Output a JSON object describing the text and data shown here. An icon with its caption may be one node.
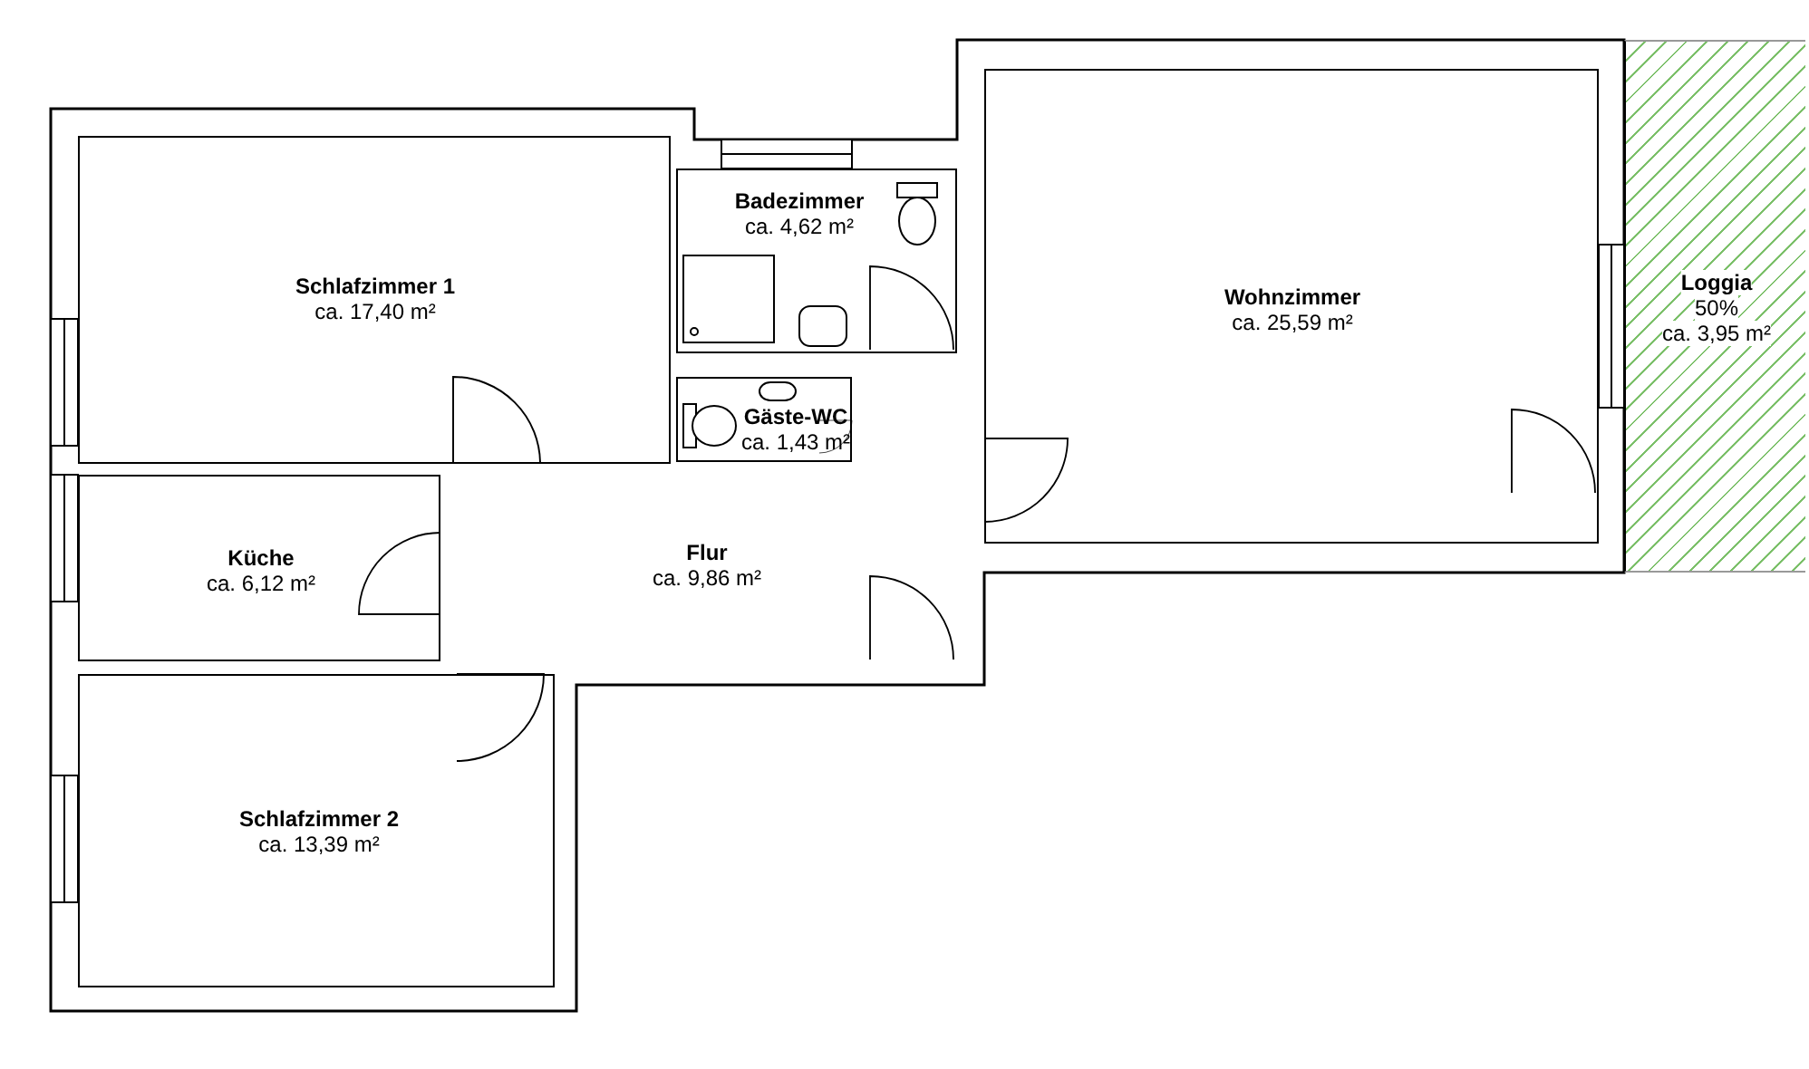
{
  "diagram": {
    "nodes": [
      {
        "text": [
          "Schlafzimmer 1",
          "ca. 17,40 m²"
        ]
      },
      {
        "text": [
          "Badezimmer",
          "ca. 4,62 m²"
        ]
      },
      {
        "text": [
          "Wohnzimmer",
          "ca. 25,59 m²"
        ]
      },
      {
        "text": [
          "Loggia",
          "50%",
          "ca. 3,95 m²"
        ]
      },
      {
        "text": [
          "Gäste-WC",
          "ca. 1,43 m²"
        ]
      },
      {
        "text": [
          "Küche",
          "ca. 6,12 m²"
        ]
      },
      {
        "text": [
          "Flur",
          "ca. 9,86 m²"
        ]
      },
      {
        "text": [
          "Schlafzimmer 2",
          "ca. 13,39 m²"
        ]
      }
    ]
  }
}
